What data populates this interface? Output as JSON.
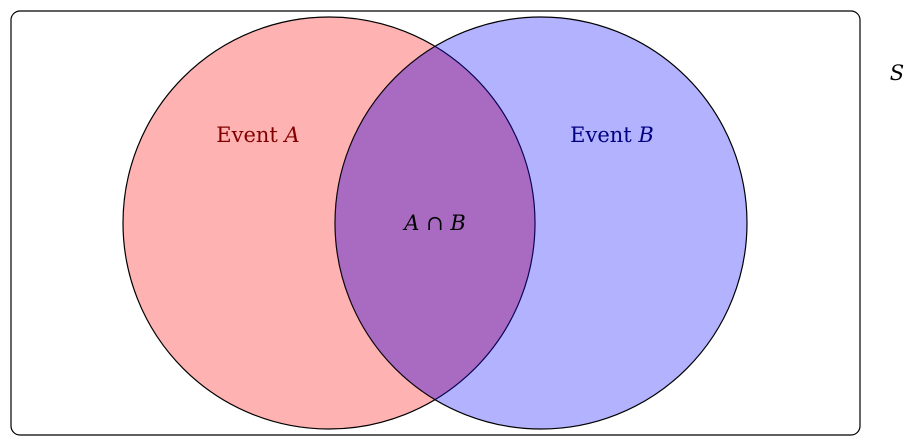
{
  "diagram": {
    "type": "venn",
    "sample_space_label": "S",
    "event_a": {
      "label_text": "Event ",
      "label_var": "A",
      "fill": "#ff0000",
      "label_color": "#800000"
    },
    "event_b": {
      "label_text": "Event ",
      "label_var": "B",
      "fill": "#0000ff",
      "label_color": "#000080"
    },
    "intersection": {
      "label": "A ∩ B",
      "label_color": "#000000"
    }
  }
}
